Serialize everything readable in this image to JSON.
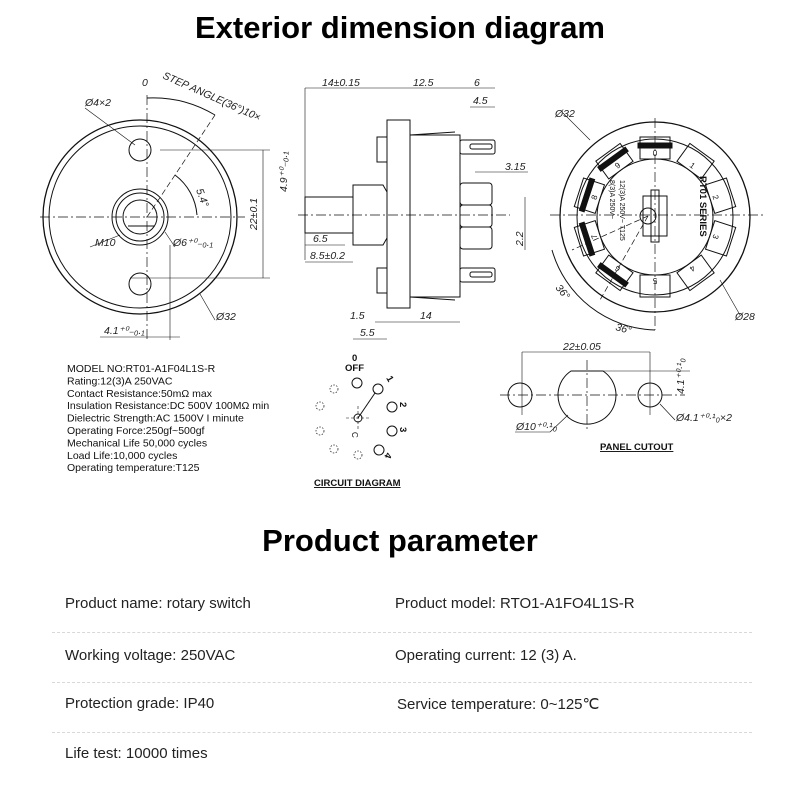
{
  "titles": {
    "exterior": "Exterior dimension diagram",
    "product": "Product parameter"
  },
  "front_view": {
    "zero": "0",
    "step_angle": "STEP ANGLE(36°)10×",
    "holes": "Ø4×2",
    "angle": "5.4°",
    "thread": "M10",
    "shaft": "Ø6⁺⁰₋₀.₁",
    "height": "22±0.1",
    "diameter": "Ø32",
    "flat": "4.1⁺⁰₋₀.₁"
  },
  "side_view": {
    "d1": "14±0.15",
    "d2": "12.5",
    "d3": "6",
    "d4": "4.5",
    "d5": "3.15",
    "d6": "2.2",
    "d7": "6.5",
    "d8": "8.5±0.2",
    "d9": "1.5",
    "d10": "14",
    "d11": "5.5",
    "d12": "4.9⁺⁰₋₀.₁"
  },
  "rear_view": {
    "series": "RT01 SERIES",
    "rating1": "12(3)A 250V~ T125",
    "rating2": "8(3)A 250V~",
    "outer": "Ø32",
    "inner": "Ø28",
    "angle1": "36°",
    "angle2": "36°",
    "positions": [
      "0",
      "1",
      "2",
      "3",
      "4",
      "5",
      "6",
      "7",
      "8",
      "9"
    ]
  },
  "specs": [
    "MODEL NO:RT01-A1F04L1S-R",
    "Rating:12(3)A 250VAC",
    "Contact Resistance:50mΩ max",
    "Insulation Resistance:DC 500V 100MΩ min",
    "Dielectric Strength:AC 1500V I minute",
    "Operating Force:250gf~500gf",
    "Mechanical Life 50,000 cycles",
    "Load Life:10,000 cycles",
    "Operating temperature:T125"
  ],
  "circuit": {
    "zero": "0",
    "off": "OFF",
    "p1": "1",
    "p2": "2",
    "p3": "3",
    "p4": "4",
    "common": "C",
    "title": "CIRCUIT DIAGRAM"
  },
  "panel": {
    "width": "22±0.05",
    "hole": "Ø10⁺⁰·¹₀",
    "flat": "4.1⁺⁰·¹₀",
    "pins": "Ø4.1⁺⁰·¹₀×2",
    "title": "PANEL CUTOUT"
  },
  "params": [
    {
      "left": "Product name: rotary switch",
      "right": "Product model: RTO1-A1FO4L1S-R"
    },
    {
      "left": "Working voltage: 250VAC",
      "right": "Operating current: 12 (3) A."
    },
    {
      "left": "Protection grade: IP40",
      "right": "Service temperature: 0~125℃"
    },
    {
      "left": "Life test: 10000 times",
      "right": ""
    }
  ]
}
